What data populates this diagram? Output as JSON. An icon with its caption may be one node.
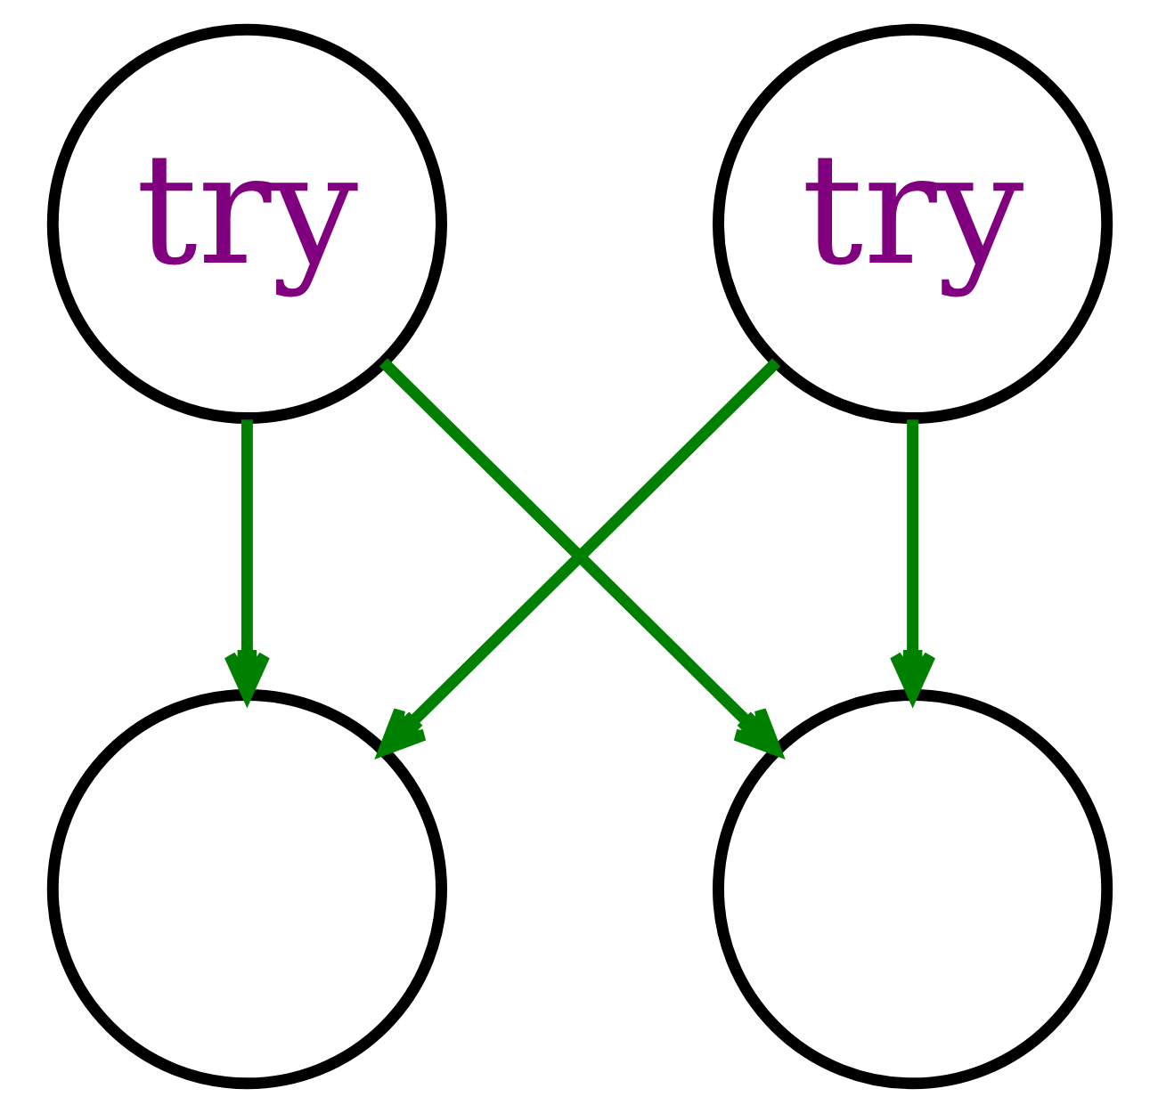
{
  "diagram": {
    "nodes": [
      {
        "text": [
          "try"
        ]
      },
      {
        "text": [
          "try"
        ]
      },
      {
        "text": [],
        "shape": "circle"
      },
      {
        "text": [],
        "shape": "circle"
      }
    ],
    "edges": [
      {
        "from": 0,
        "to": 2,
        "arrow": "to"
      },
      {
        "from": 0,
        "to": 3,
        "arrow": "to"
      },
      {
        "from": 1,
        "to": 2,
        "arrow": "to"
      },
      {
        "from": 1,
        "to": 3,
        "arrow": "to"
      }
    ]
  }
}
